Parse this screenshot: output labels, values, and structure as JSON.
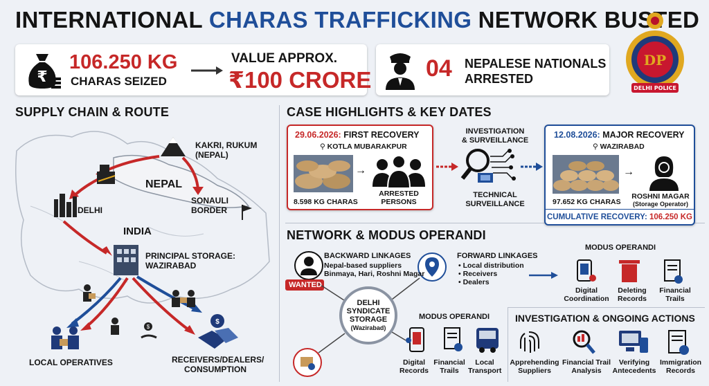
{
  "title": {
    "part1": "INTERNATIONAL ",
    "part2": "CHARAS TRAFFICKING",
    "part3": " NETWORK BUSTED"
  },
  "seizure": {
    "amount": "106.250 KG",
    "label": "CHARAS SEIZED",
    "value_label": "VALUE APPROX.",
    "value": "₹100 CRORE"
  },
  "arrests": {
    "count": "04",
    "label1": "NEPALESE NATIONALS",
    "label2": "ARRESTED"
  },
  "logo": {
    "text_top": "DP",
    "text_bottom": "DELHI POLICE"
  },
  "supply": {
    "heading": "SUPPLY CHAIN & ROUTE",
    "origin1": "KAKRI, RUKUM",
    "origin2": "(NEPAL)",
    "nepal": "NEPAL",
    "india": "INDIA",
    "delhi": "DELHI",
    "border1": "SONAULI",
    "border2": "BORDER",
    "storage1": "PRINCIPAL STORAGE:",
    "storage2": "WAZIRABAD",
    "local": "LOCAL OPERATIVES",
    "receivers1": "RECEIVERS/DEALERS/",
    "receivers2": "CONSUMPTION"
  },
  "case": {
    "heading": "CASE HIGHLIGHTS & KEY DATES",
    "first": {
      "date": "29.06.2026:",
      "title": " FIRST RECOVERY",
      "place": "KOTLA MUBARAKPUR",
      "qty": "8.598 KG CHARAS",
      "persons1": "ARRESTED",
      "persons2": "PERSONS"
    },
    "inv": {
      "t1": "INVESTIGATION",
      "t2": "& SURVEILLANCE",
      "s1": "TECHNICAL",
      "s2": "SURVEILLANCE"
    },
    "major": {
      "date": "12.08.2026:",
      "title": " MAJOR RECOVERY",
      "place": "WAZIRABAD",
      "qty": "97.652 KG CHARAS",
      "person": "ROSHNI MAGAR",
      "role": "(Storage Operator)"
    },
    "cumulative_label": "CUMULATIVE RECOVERY:",
    "cumulative_value": " 106.250 KG"
  },
  "network": {
    "heading": "NETWORK & MODUS OPERANDI",
    "backward": {
      "title": "BACKWARD LINKAGES",
      "l1": "Nepal-based suppliers",
      "l2": "Binmaya, Hari, Roshni Magar",
      "wanted": "WANTED"
    },
    "forward": {
      "title": "FORWARD LINKAGES",
      "items": [
        "• Local distribution",
        "• Receivers",
        "• Dealers"
      ]
    },
    "hub": {
      "l1": "DELHI",
      "l2": "SYNDICATE",
      "l3": "STORAGE",
      "l4": "(Wazirabad)"
    },
    "mo_inner": {
      "title": "MODUS OPERANDI",
      "items": [
        [
          "Digital",
          "Records"
        ],
        [
          "Financial",
          "Trails"
        ],
        [
          "Local",
          "Transport"
        ]
      ]
    },
    "mo_right": {
      "title": "MODUS OPERANDI",
      "items": [
        [
          "Digital",
          "Coordination"
        ],
        [
          "Deleting",
          "Records"
        ],
        [
          "Financial",
          "Trails"
        ]
      ]
    }
  },
  "investigation": {
    "heading": "INVESTIGATION & ONGOING ACTIONS",
    "items": [
      [
        "Apprehending",
        "Suppliers"
      ],
      [
        "Financial Trail",
        "Analysis"
      ],
      [
        "Verifying",
        "Antecedents"
      ],
      [
        "Immigration",
        "Records"
      ]
    ]
  }
}
